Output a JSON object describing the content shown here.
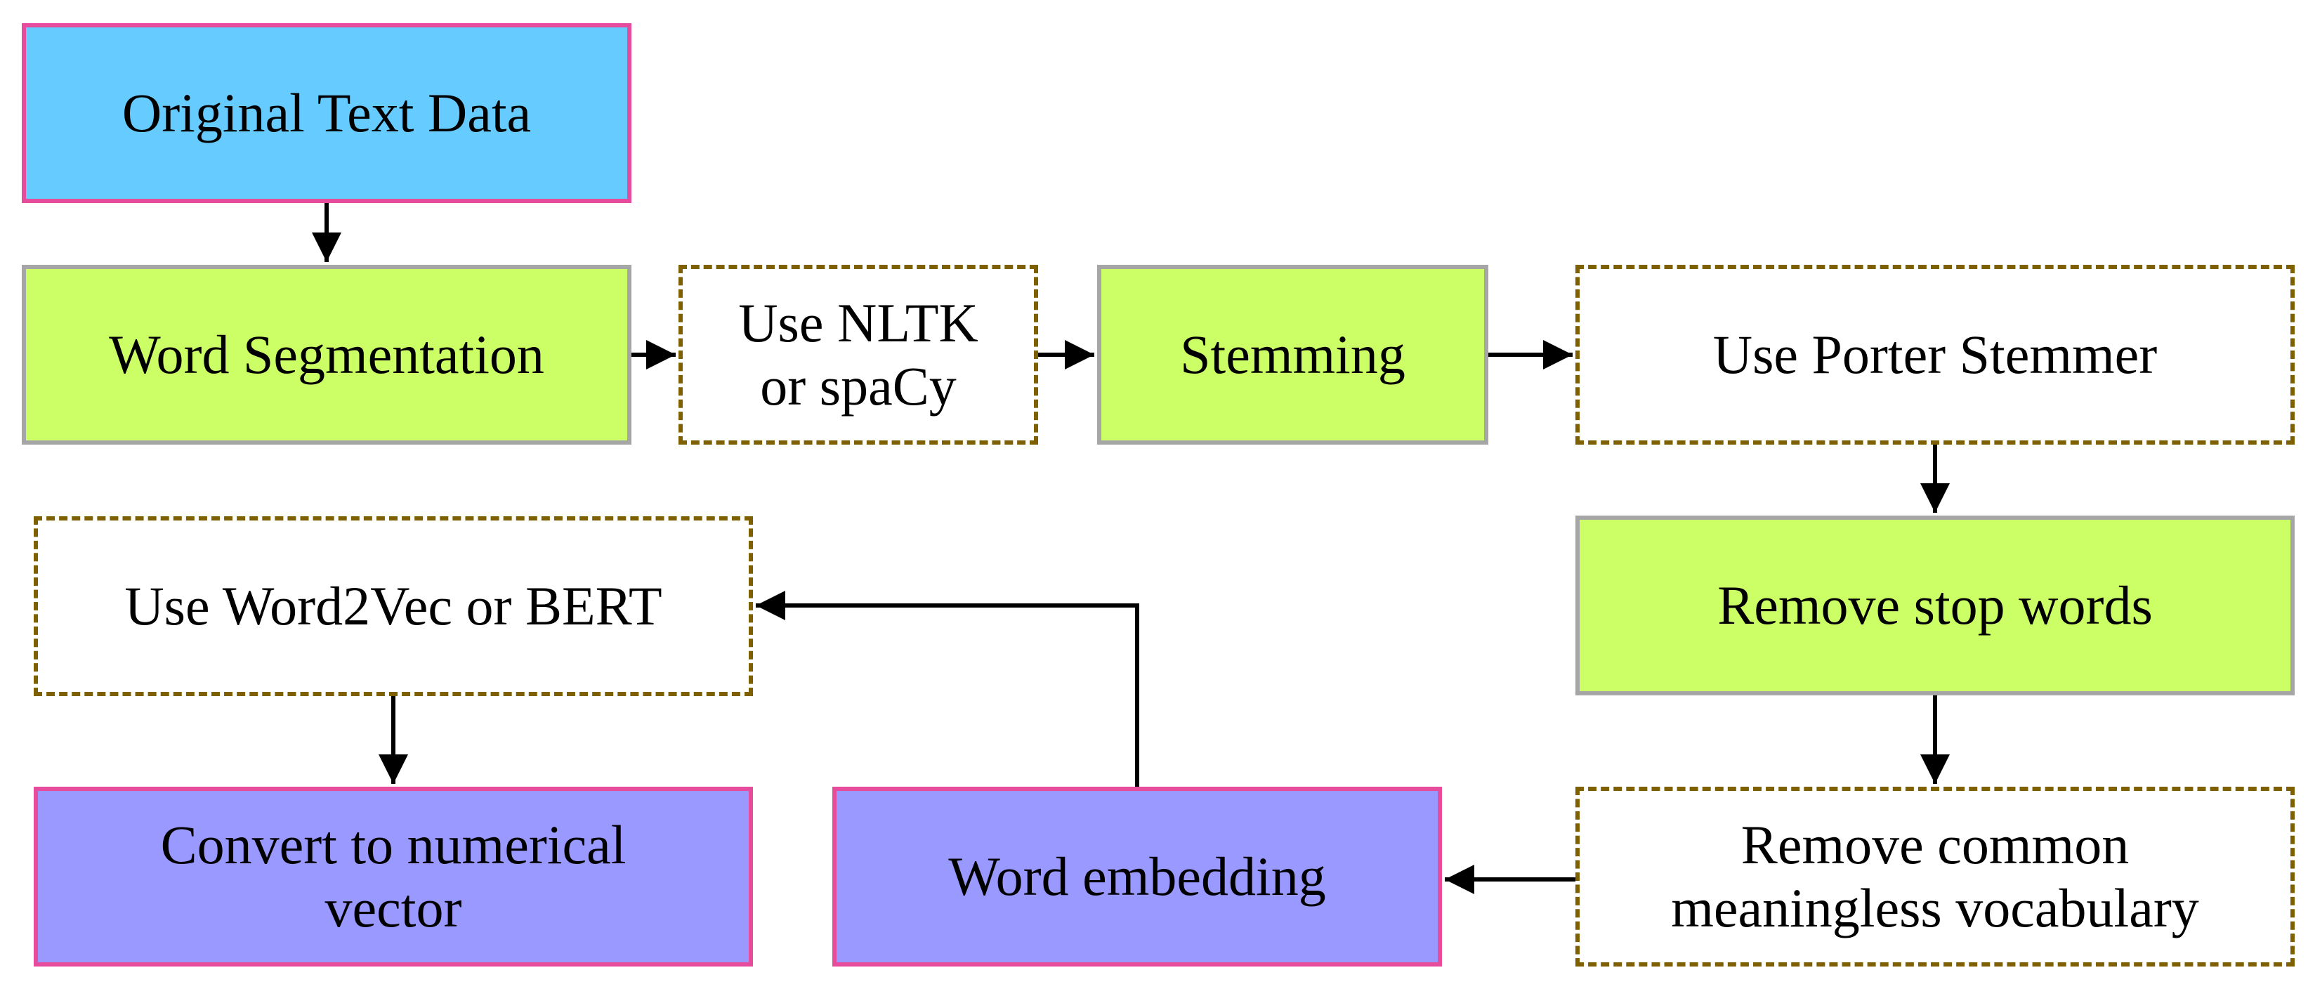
{
  "colors": {
    "start_fill": "#66CCFF",
    "process_fill": "#CCFF66",
    "output_fill": "#9999FF",
    "method_fill": "#FFFFFF",
    "pink_border": "#E64C9B",
    "gray_border": "#A6A6A6",
    "dashed_border": "#7F6000",
    "arrow": "#000000"
  },
  "nodes": {
    "original_text": {
      "lines": [
        "Original Text Data"
      ]
    },
    "word_segmentation": {
      "lines": [
        "Word Segmentation"
      ]
    },
    "nltk_spacy": {
      "lines": [
        "Use NLTK",
        "or spaCy"
      ]
    },
    "stemming": {
      "lines": [
        "Stemming"
      ]
    },
    "porter_stemmer": {
      "lines": [
        "Use Porter Stemmer"
      ]
    },
    "remove_stop_words": {
      "lines": [
        "Remove stop words"
      ]
    },
    "remove_common": {
      "lines": [
        "Remove common",
        "meaningless vocabulary"
      ]
    },
    "word_embedding": {
      "lines": [
        "Word embedding"
      ]
    },
    "word2vec_bert": {
      "lines": [
        "Use Word2Vec or BERT"
      ]
    },
    "numerical_vector": {
      "lines": [
        "Convert to numerical",
        "vector"
      ]
    }
  },
  "edges": [
    {
      "from": "original_text",
      "to": "word_segmentation"
    },
    {
      "from": "word_segmentation",
      "to": "nltk_spacy"
    },
    {
      "from": "nltk_spacy",
      "to": "stemming"
    },
    {
      "from": "stemming",
      "to": "porter_stemmer"
    },
    {
      "from": "porter_stemmer",
      "to": "remove_stop_words"
    },
    {
      "from": "remove_stop_words",
      "to": "remove_common"
    },
    {
      "from": "remove_common",
      "to": "word_embedding"
    },
    {
      "from": "word_embedding",
      "to": "word2vec_bert"
    },
    {
      "from": "word2vec_bert",
      "to": "numerical_vector"
    }
  ]
}
